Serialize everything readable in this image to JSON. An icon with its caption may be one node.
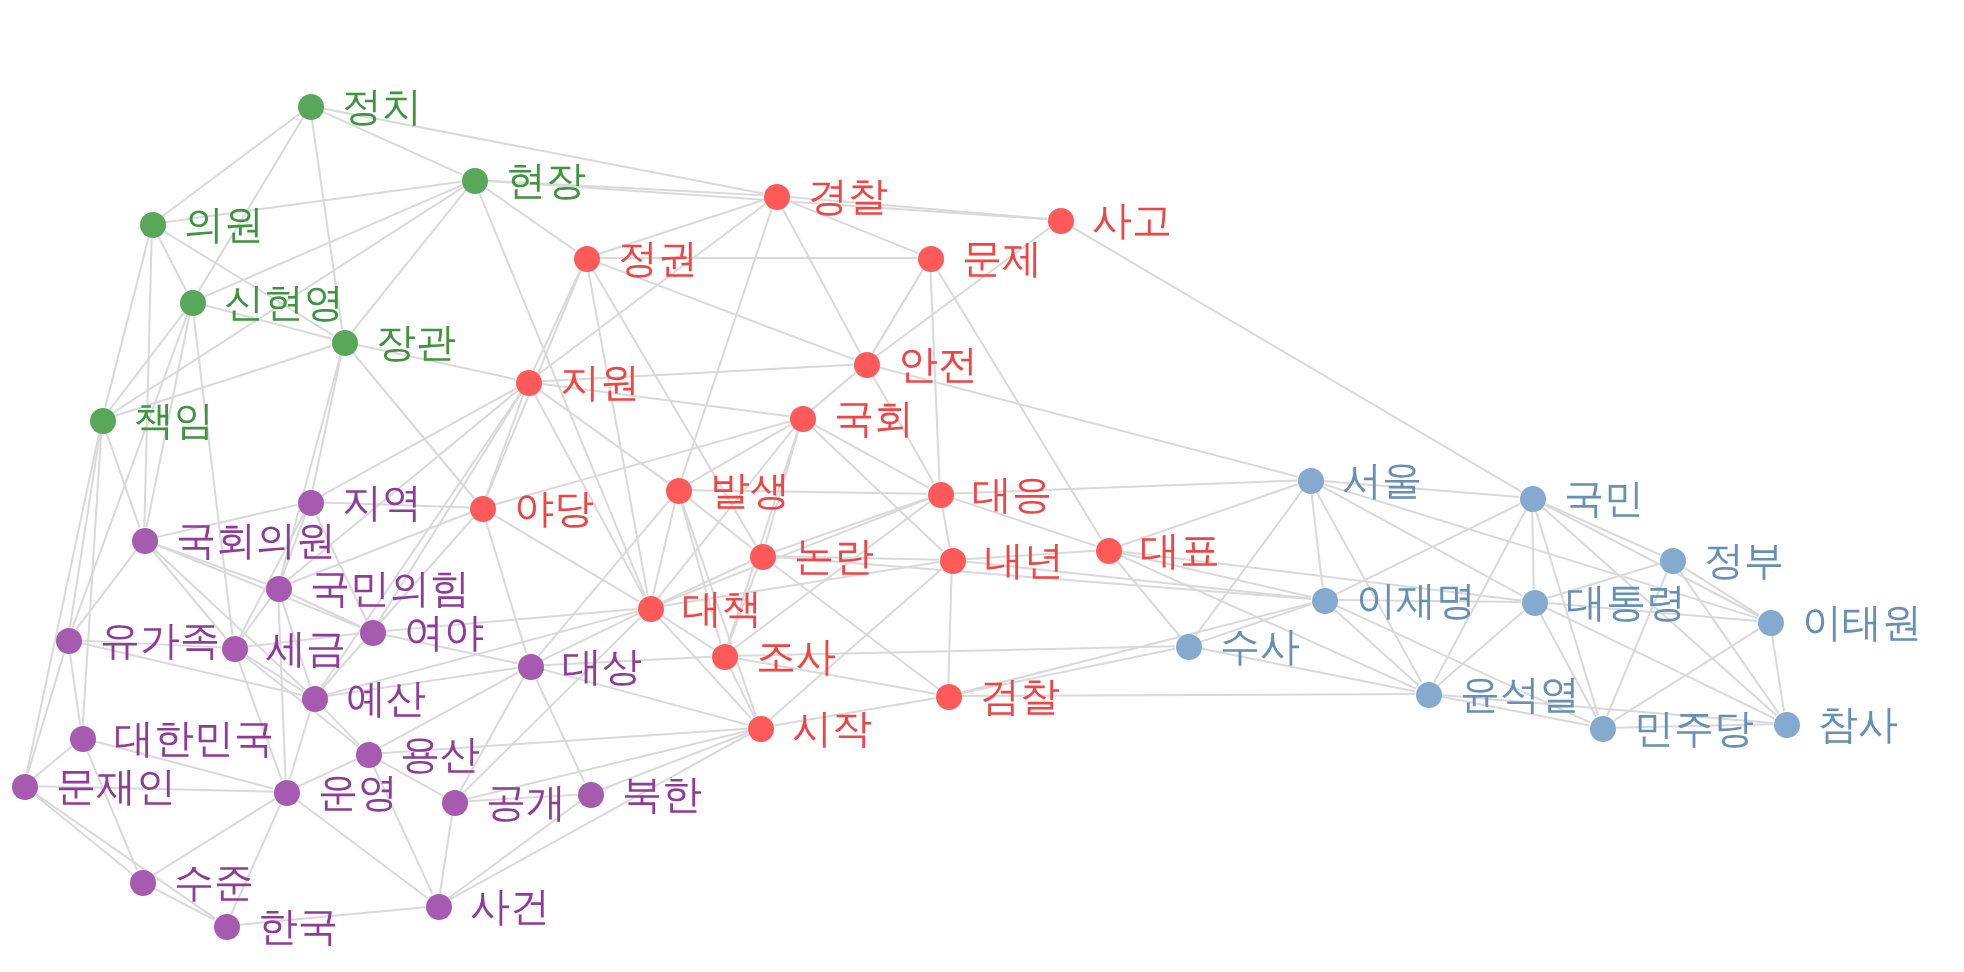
{
  "diagram": {
    "nodes": [
      {
        "text": [
          "정치"
        ]
      },
      {
        "text": [
          "현장"
        ]
      },
      {
        "text": [
          "의원"
        ]
      },
      {
        "text": [
          "신현영"
        ]
      },
      {
        "text": [
          "장관"
        ]
      },
      {
        "text": [
          "책임"
        ]
      },
      {
        "text": [
          "경찰"
        ]
      },
      {
        "text": [
          "사고"
        ]
      },
      {
        "text": [
          "정권"
        ]
      },
      {
        "text": [
          "문제"
        ]
      },
      {
        "text": [
          "안전"
        ]
      },
      {
        "text": [
          "지원"
        ]
      },
      {
        "text": [
          "국회"
        ]
      },
      {
        "text": [
          "발생"
        ]
      },
      {
        "text": [
          "대응"
        ]
      },
      {
        "text": [
          "야당"
        ]
      },
      {
        "text": [
          "논란"
        ]
      },
      {
        "text": [
          "내년"
        ]
      },
      {
        "text": [
          "대표"
        ]
      },
      {
        "text": [
          "대책"
        ]
      },
      {
        "text": [
          "조사"
        ]
      },
      {
        "text": [
          "검찰"
        ]
      },
      {
        "text": [
          "시작"
        ]
      },
      {
        "text": [
          "지역"
        ]
      },
      {
        "text": [
          "국회의원"
        ]
      },
      {
        "text": [
          "국민의힘"
        ]
      },
      {
        "text": [
          "여야"
        ]
      },
      {
        "text": [
          "유가족"
        ]
      },
      {
        "text": [
          "세금"
        ]
      },
      {
        "text": [
          "대상"
        ]
      },
      {
        "text": [
          "예산"
        ]
      },
      {
        "text": [
          "대한민국"
        ]
      },
      {
        "text": [
          "용산"
        ]
      },
      {
        "text": [
          "문재인"
        ]
      },
      {
        "text": [
          "운영"
        ]
      },
      {
        "text": [
          "공개"
        ]
      },
      {
        "text": [
          "북한"
        ]
      },
      {
        "text": [
          "수준"
        ]
      },
      {
        "text": [
          "한국"
        ]
      },
      {
        "text": [
          "사건"
        ]
      },
      {
        "text": [
          "서울"
        ]
      },
      {
        "text": [
          "국민"
        ]
      },
      {
        "text": [
          "이재명"
        ]
      },
      {
        "text": [
          "대통령"
        ]
      },
      {
        "text": [
          "정부"
        ]
      },
      {
        "text": [
          "이태원"
        ]
      },
      {
        "text": [
          "수사"
        ]
      },
      {
        "text": [
          "윤석열"
        ]
      },
      {
        "text": [
          "민주당"
        ]
      },
      {
        "text": [
          "참사"
        ]
      }
    ],
    "edges": [
      {
        "from": 0,
        "to": 1,
        "arrow": "none"
      },
      {
        "from": 0,
        "to": 2,
        "arrow": "none"
      },
      {
        "from": 0,
        "to": 3,
        "arrow": "none"
      },
      {
        "from": 0,
        "to": 4,
        "arrow": "none"
      },
      {
        "from": 0,
        "to": 6,
        "arrow": "none"
      },
      {
        "from": 1,
        "to": 2,
        "arrow": "none"
      },
      {
        "from": 1,
        "to": 3,
        "arrow": "none"
      },
      {
        "from": 1,
        "to": 4,
        "arrow": "none"
      },
      {
        "from": 1,
        "to": 5,
        "arrow": "none"
      },
      {
        "from": 1,
        "to": 6,
        "arrow": "none"
      },
      {
        "from": 1,
        "to": 7,
        "arrow": "none"
      },
      {
        "from": 1,
        "to": 8,
        "arrow": "none"
      },
      {
        "from": 1,
        "to": 19,
        "arrow": "none"
      },
      {
        "from": 2,
        "to": 3,
        "arrow": "none"
      },
      {
        "from": 2,
        "to": 4,
        "arrow": "none"
      },
      {
        "from": 2,
        "to": 5,
        "arrow": "none"
      },
      {
        "from": 2,
        "to": 24,
        "arrow": "none"
      },
      {
        "from": 3,
        "to": 4,
        "arrow": "none"
      },
      {
        "from": 3,
        "to": 5,
        "arrow": "none"
      },
      {
        "from": 3,
        "to": 24,
        "arrow": "none"
      },
      {
        "from": 3,
        "to": 27,
        "arrow": "none"
      },
      {
        "from": 3,
        "to": 28,
        "arrow": "none"
      },
      {
        "from": 4,
        "to": 5,
        "arrow": "none"
      },
      {
        "from": 4,
        "to": 11,
        "arrow": "none"
      },
      {
        "from": 4,
        "to": 15,
        "arrow": "none"
      },
      {
        "from": 4,
        "to": 23,
        "arrow": "none"
      },
      {
        "from": 4,
        "to": 25,
        "arrow": "none"
      },
      {
        "from": 5,
        "to": 24,
        "arrow": "none"
      },
      {
        "from": 5,
        "to": 27,
        "arrow": "none"
      },
      {
        "from": 5,
        "to": 31,
        "arrow": "none"
      },
      {
        "from": 5,
        "to": 33,
        "arrow": "none"
      },
      {
        "from": 6,
        "to": 7,
        "arrow": "none"
      },
      {
        "from": 6,
        "to": 8,
        "arrow": "none"
      },
      {
        "from": 6,
        "to": 9,
        "arrow": "none"
      },
      {
        "from": 6,
        "to": 10,
        "arrow": "none"
      },
      {
        "from": 6,
        "to": 11,
        "arrow": "none"
      },
      {
        "from": 6,
        "to": 13,
        "arrow": "none"
      },
      {
        "from": 7,
        "to": 10,
        "arrow": "none"
      },
      {
        "from": 7,
        "to": 41,
        "arrow": "none"
      },
      {
        "from": 8,
        "to": 9,
        "arrow": "none"
      },
      {
        "from": 8,
        "to": 10,
        "arrow": "none"
      },
      {
        "from": 8,
        "to": 11,
        "arrow": "none"
      },
      {
        "from": 8,
        "to": 15,
        "arrow": "none"
      },
      {
        "from": 8,
        "to": 16,
        "arrow": "none"
      },
      {
        "from": 8,
        "to": 19,
        "arrow": "none"
      },
      {
        "from": 9,
        "to": 10,
        "arrow": "none"
      },
      {
        "from": 9,
        "to": 14,
        "arrow": "none"
      },
      {
        "from": 9,
        "to": 18,
        "arrow": "none"
      },
      {
        "from": 10,
        "to": 11,
        "arrow": "none"
      },
      {
        "from": 10,
        "to": 12,
        "arrow": "none"
      },
      {
        "from": 10,
        "to": 14,
        "arrow": "none"
      },
      {
        "from": 10,
        "to": 40,
        "arrow": "none"
      },
      {
        "from": 11,
        "to": 12,
        "arrow": "none"
      },
      {
        "from": 11,
        "to": 13,
        "arrow": "none"
      },
      {
        "from": 11,
        "to": 15,
        "arrow": "none"
      },
      {
        "from": 11,
        "to": 19,
        "arrow": "none"
      },
      {
        "from": 11,
        "to": 23,
        "arrow": "none"
      },
      {
        "from": 11,
        "to": 25,
        "arrow": "none"
      },
      {
        "from": 11,
        "to": 26,
        "arrow": "none"
      },
      {
        "from": 11,
        "to": 30,
        "arrow": "none"
      },
      {
        "from": 12,
        "to": 13,
        "arrow": "none"
      },
      {
        "from": 12,
        "to": 14,
        "arrow": "none"
      },
      {
        "from": 12,
        "to": 15,
        "arrow": "none"
      },
      {
        "from": 12,
        "to": 16,
        "arrow": "none"
      },
      {
        "from": 12,
        "to": 17,
        "arrow": "none"
      },
      {
        "from": 12,
        "to": 19,
        "arrow": "none"
      },
      {
        "from": 12,
        "to": 20,
        "arrow": "none"
      },
      {
        "from": 13,
        "to": 14,
        "arrow": "none"
      },
      {
        "from": 13,
        "to": 16,
        "arrow": "none"
      },
      {
        "from": 13,
        "to": 19,
        "arrow": "none"
      },
      {
        "from": 13,
        "to": 20,
        "arrow": "none"
      },
      {
        "from": 13,
        "to": 22,
        "arrow": "none"
      },
      {
        "from": 13,
        "to": 29,
        "arrow": "none"
      },
      {
        "from": 14,
        "to": 16,
        "arrow": "none"
      },
      {
        "from": 14,
        "to": 17,
        "arrow": "none"
      },
      {
        "from": 14,
        "to": 18,
        "arrow": "none"
      },
      {
        "from": 14,
        "to": 19,
        "arrow": "none"
      },
      {
        "from": 14,
        "to": 20,
        "arrow": "none"
      },
      {
        "from": 14,
        "to": 40,
        "arrow": "none"
      },
      {
        "from": 15,
        "to": 19,
        "arrow": "none"
      },
      {
        "from": 15,
        "to": 23,
        "arrow": "none"
      },
      {
        "from": 15,
        "to": 25,
        "arrow": "none"
      },
      {
        "from": 15,
        "to": 26,
        "arrow": "none"
      },
      {
        "from": 15,
        "to": 29,
        "arrow": "none"
      },
      {
        "from": 16,
        "to": 17,
        "arrow": "none"
      },
      {
        "from": 16,
        "to": 19,
        "arrow": "none"
      },
      {
        "from": 16,
        "to": 20,
        "arrow": "none"
      },
      {
        "from": 16,
        "to": 21,
        "arrow": "none"
      },
      {
        "from": 16,
        "to": 42,
        "arrow": "none"
      },
      {
        "from": 17,
        "to": 18,
        "arrow": "none"
      },
      {
        "from": 17,
        "to": 19,
        "arrow": "none"
      },
      {
        "from": 17,
        "to": 21,
        "arrow": "none"
      },
      {
        "from": 17,
        "to": 22,
        "arrow": "none"
      },
      {
        "from": 17,
        "to": 42,
        "arrow": "none"
      },
      {
        "from": 18,
        "to": 40,
        "arrow": "none"
      },
      {
        "from": 18,
        "to": 42,
        "arrow": "none"
      },
      {
        "from": 18,
        "to": 43,
        "arrow": "none"
      },
      {
        "from": 18,
        "to": 46,
        "arrow": "none"
      },
      {
        "from": 18,
        "to": 47,
        "arrow": "none"
      },
      {
        "from": 19,
        "to": 20,
        "arrow": "none"
      },
      {
        "from": 19,
        "to": 22,
        "arrow": "none"
      },
      {
        "from": 19,
        "to": 26,
        "arrow": "none"
      },
      {
        "from": 19,
        "to": 29,
        "arrow": "none"
      },
      {
        "from": 19,
        "to": 30,
        "arrow": "none"
      },
      {
        "from": 19,
        "to": 35,
        "arrow": "none"
      },
      {
        "from": 20,
        "to": 21,
        "arrow": "none"
      },
      {
        "from": 20,
        "to": 22,
        "arrow": "none"
      },
      {
        "from": 20,
        "to": 29,
        "arrow": "none"
      },
      {
        "from": 20,
        "to": 46,
        "arrow": "none"
      },
      {
        "from": 21,
        "to": 22,
        "arrow": "none"
      },
      {
        "from": 21,
        "to": 42,
        "arrow": "none"
      },
      {
        "from": 21,
        "to": 46,
        "arrow": "none"
      },
      {
        "from": 21,
        "to": 47,
        "arrow": "none"
      },
      {
        "from": 22,
        "to": 29,
        "arrow": "none"
      },
      {
        "from": 22,
        "to": 32,
        "arrow": "none"
      },
      {
        "from": 22,
        "to": 35,
        "arrow": "none"
      },
      {
        "from": 22,
        "to": 36,
        "arrow": "none"
      },
      {
        "from": 22,
        "to": 39,
        "arrow": "none"
      },
      {
        "from": 23,
        "to": 24,
        "arrow": "none"
      },
      {
        "from": 23,
        "to": 25,
        "arrow": "none"
      },
      {
        "from": 23,
        "to": 26,
        "arrow": "none"
      },
      {
        "from": 23,
        "to": 28,
        "arrow": "none"
      },
      {
        "from": 24,
        "to": 25,
        "arrow": "none"
      },
      {
        "from": 24,
        "to": 26,
        "arrow": "none"
      },
      {
        "from": 24,
        "to": 27,
        "arrow": "none"
      },
      {
        "from": 24,
        "to": 28,
        "arrow": "none"
      },
      {
        "from": 24,
        "to": 30,
        "arrow": "none"
      },
      {
        "from": 25,
        "to": 26,
        "arrow": "none"
      },
      {
        "from": 25,
        "to": 28,
        "arrow": "none"
      },
      {
        "from": 25,
        "to": 30,
        "arrow": "none"
      },
      {
        "from": 25,
        "to": 34,
        "arrow": "none"
      },
      {
        "from": 26,
        "to": 28,
        "arrow": "none"
      },
      {
        "from": 26,
        "to": 29,
        "arrow": "none"
      },
      {
        "from": 26,
        "to": 30,
        "arrow": "none"
      },
      {
        "from": 27,
        "to": 28,
        "arrow": "none"
      },
      {
        "from": 27,
        "to": 30,
        "arrow": "none"
      },
      {
        "from": 27,
        "to": 31,
        "arrow": "none"
      },
      {
        "from": 27,
        "to": 33,
        "arrow": "none"
      },
      {
        "from": 28,
        "to": 30,
        "arrow": "none"
      },
      {
        "from": 28,
        "to": 32,
        "arrow": "none"
      },
      {
        "from": 28,
        "to": 34,
        "arrow": "none"
      },
      {
        "from": 29,
        "to": 30,
        "arrow": "none"
      },
      {
        "from": 29,
        "to": 32,
        "arrow": "none"
      },
      {
        "from": 29,
        "to": 35,
        "arrow": "none"
      },
      {
        "from": 29,
        "to": 36,
        "arrow": "none"
      },
      {
        "from": 30,
        "to": 32,
        "arrow": "none"
      },
      {
        "from": 30,
        "to": 34,
        "arrow": "none"
      },
      {
        "from": 31,
        "to": 33,
        "arrow": "none"
      },
      {
        "from": 31,
        "to": 34,
        "arrow": "none"
      },
      {
        "from": 31,
        "to": 37,
        "arrow": "none"
      },
      {
        "from": 32,
        "to": 34,
        "arrow": "none"
      },
      {
        "from": 32,
        "to": 35,
        "arrow": "none"
      },
      {
        "from": 32,
        "to": 39,
        "arrow": "none"
      },
      {
        "from": 33,
        "to": 34,
        "arrow": "none"
      },
      {
        "from": 33,
        "to": 37,
        "arrow": "none"
      },
      {
        "from": 33,
        "to": 38,
        "arrow": "none"
      },
      {
        "from": 34,
        "to": 37,
        "arrow": "none"
      },
      {
        "from": 34,
        "to": 38,
        "arrow": "none"
      },
      {
        "from": 34,
        "to": 39,
        "arrow": "none"
      },
      {
        "from": 35,
        "to": 36,
        "arrow": "none"
      },
      {
        "from": 35,
        "to": 39,
        "arrow": "none"
      },
      {
        "from": 36,
        "to": 39,
        "arrow": "none"
      },
      {
        "from": 37,
        "to": 38,
        "arrow": "none"
      },
      {
        "from": 38,
        "to": 39,
        "arrow": "none"
      },
      {
        "from": 40,
        "to": 41,
        "arrow": "none"
      },
      {
        "from": 40,
        "to": 42,
        "arrow": "none"
      },
      {
        "from": 40,
        "to": 43,
        "arrow": "none"
      },
      {
        "from": 40,
        "to": 45,
        "arrow": "none"
      },
      {
        "from": 40,
        "to": 46,
        "arrow": "none"
      },
      {
        "from": 40,
        "to": 47,
        "arrow": "none"
      },
      {
        "from": 41,
        "to": 42,
        "arrow": "none"
      },
      {
        "from": 41,
        "to": 43,
        "arrow": "none"
      },
      {
        "from": 41,
        "to": 44,
        "arrow": "none"
      },
      {
        "from": 41,
        "to": 45,
        "arrow": "none"
      },
      {
        "from": 41,
        "to": 47,
        "arrow": "none"
      },
      {
        "from": 41,
        "to": 48,
        "arrow": "none"
      },
      {
        "from": 41,
        "to": 49,
        "arrow": "none"
      },
      {
        "from": 42,
        "to": 43,
        "arrow": "none"
      },
      {
        "from": 42,
        "to": 46,
        "arrow": "none"
      },
      {
        "from": 42,
        "to": 47,
        "arrow": "none"
      },
      {
        "from": 42,
        "to": 48,
        "arrow": "none"
      },
      {
        "from": 43,
        "to": 44,
        "arrow": "none"
      },
      {
        "from": 43,
        "to": 45,
        "arrow": "none"
      },
      {
        "from": 43,
        "to": 47,
        "arrow": "none"
      },
      {
        "from": 43,
        "to": 48,
        "arrow": "none"
      },
      {
        "from": 43,
        "to": 49,
        "arrow": "none"
      },
      {
        "from": 44,
        "to": 45,
        "arrow": "none"
      },
      {
        "from": 44,
        "to": 48,
        "arrow": "none"
      },
      {
        "from": 44,
        "to": 49,
        "arrow": "none"
      },
      {
        "from": 45,
        "to": 48,
        "arrow": "none"
      },
      {
        "from": 45,
        "to": 49,
        "arrow": "none"
      },
      {
        "from": 46,
        "to": 47,
        "arrow": "none"
      },
      {
        "from": 47,
        "to": 48,
        "arrow": "none"
      },
      {
        "from": 47,
        "to": 49,
        "arrow": "none"
      },
      {
        "from": 48,
        "to": 49,
        "arrow": "none"
      }
    ]
  }
}
